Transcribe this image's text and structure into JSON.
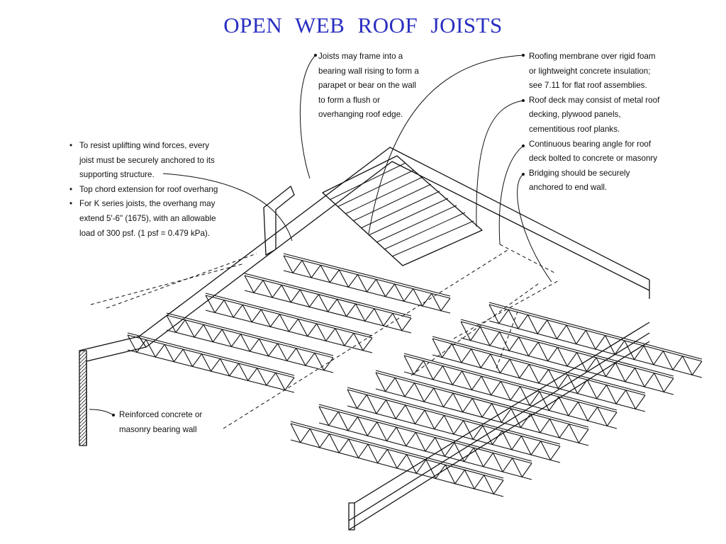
{
  "title": "OPEN  WEB  ROOF  JOISTS",
  "notes": {
    "parapet": "Joists may frame into a bearing wall rising to form a parapet or bear on the wall to form a flush or overhanging roof edge.",
    "left_bullets": [
      "To resist uplifting wind forces, every joist must be securely anchored to its supporting structure.",
      "Top chord extension for roof overhang",
      "For K series joists, the overhang may extend 5'-6\" (1675), with an allowable load of 300 psf. (1 psf = 0.479 kPa)."
    ],
    "right": [
      "Roofing membrane over rigid foam or lightweight concrete insulation; see 7.11 for flat roof assemblies.",
      "Roof deck may consist of metal roof decking, plywood panels, cementitious roof planks.",
      "Continuous bearing angle for roof deck bolted to concrete or masonry",
      "Bridging should be securely anchored to end wall."
    ],
    "wall": "Reinforced concrete or masonry bearing wall"
  }
}
